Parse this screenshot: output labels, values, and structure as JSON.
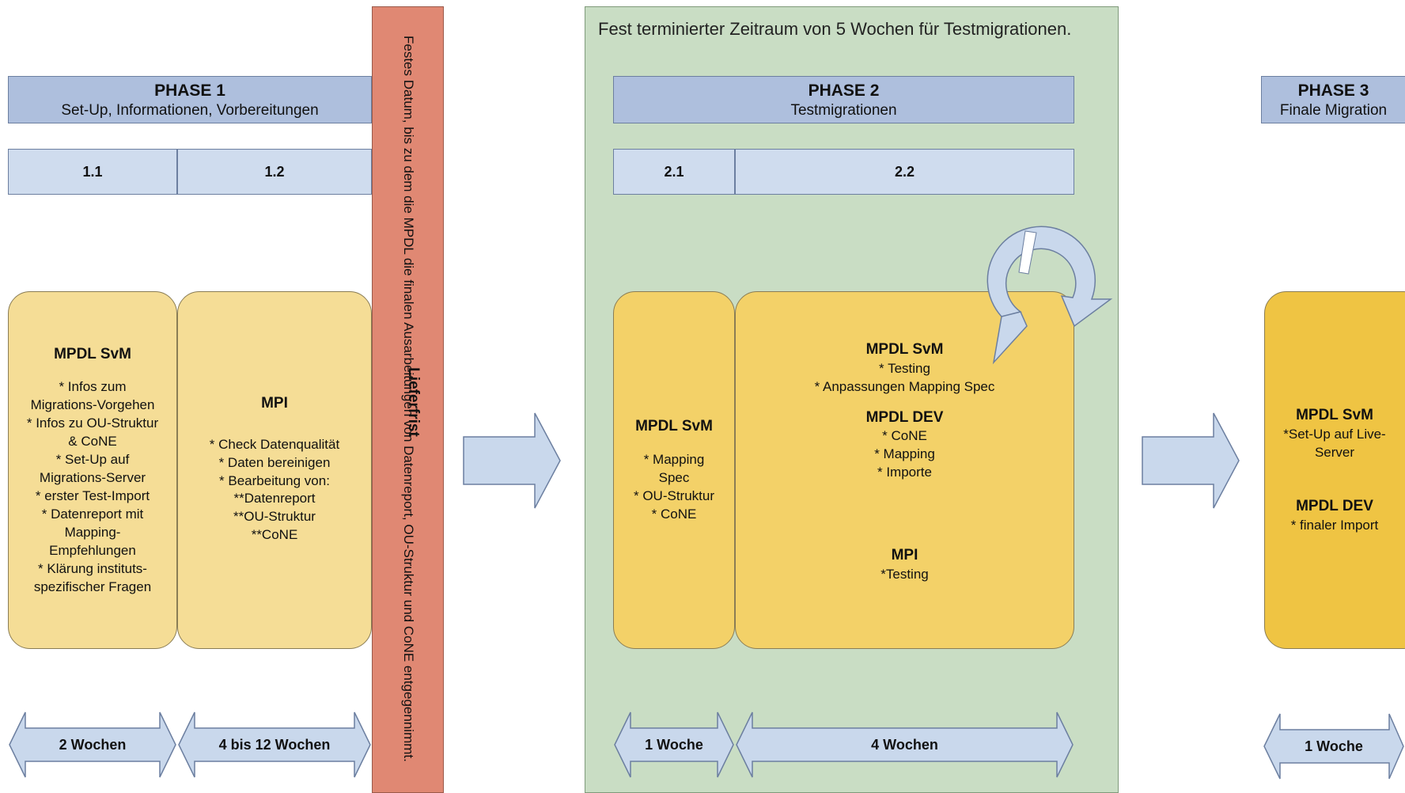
{
  "colors": {
    "header_blue": "#aebfdd",
    "subheader_blue": "#cfdcee",
    "box_light_yellow": "#f5dd96",
    "box_yellow": "#f3d168",
    "box_dark_yellow": "#efc443",
    "arrow_blue": "#c9d8ec",
    "deadline_red": "#e08873",
    "zone_green": "#c9ddc4"
  },
  "phase1": {
    "title": "PHASE 1",
    "subtitle": "Set-Up, Informationen, Vorbereitungen",
    "sub_a": "1.1",
    "sub_b": "1.2",
    "box_a": {
      "head": "MPDL SvM",
      "body": "* Infos zum\nMigrations-Vorgehen\n* Infos zu OU-Struktur\n& CoNE\n* Set-Up auf\nMigrations-Server\n* erster Test-Import\n* Datenreport mit\nMapping-\nEmpfehlungen\n* Klärung instituts-\nspezifischer Fragen"
    },
    "box_b": {
      "head": "MPI",
      "body": "* Check Datenqualität\n* Daten bereinigen\n* Bearbeitung von:\n**Datenreport\n**OU-Struktur\n**CoNE"
    },
    "duration_a": "2 Wochen",
    "duration_b": "4 bis 12 Wochen"
  },
  "deadline": {
    "title": "Lieferfrist",
    "text": "Festes Datum, bis zu dem die MPDL die finalen Ausarbeitungen von Datenreport, OU-Struktur und CoNE entgegennimmt."
  },
  "phase2": {
    "zone_title": "Fest terminierter Zeitraum von 5 Wochen für Testmigrationen.",
    "title": "PHASE 2",
    "subtitle": "Testmigrationen",
    "sub_a": "2.1",
    "sub_b": "2.2",
    "box_a": {
      "head": "MPDL SvM",
      "body": "* Mapping\nSpec\n* OU-Struktur\n* CoNE"
    },
    "box_b": {
      "head1": "MPDL SvM",
      "body1": "* Testing\n* Anpassungen Mapping Spec",
      "head2": "MPDL DEV",
      "body2": "* CoNE\n* Mapping\n* Importe",
      "head3": "MPI",
      "body3": "*Testing"
    },
    "duration_a": "1 Woche",
    "duration_b": "4 Wochen"
  },
  "phase3": {
    "title": "PHASE 3",
    "subtitle": "Finale Migration",
    "box": {
      "head1": "MPDL SvM",
      "body1": "*Set-Up auf Live-\nServer",
      "head2": "MPDL DEV",
      "body2": "* finaler Import"
    },
    "duration": "1 Woche"
  }
}
